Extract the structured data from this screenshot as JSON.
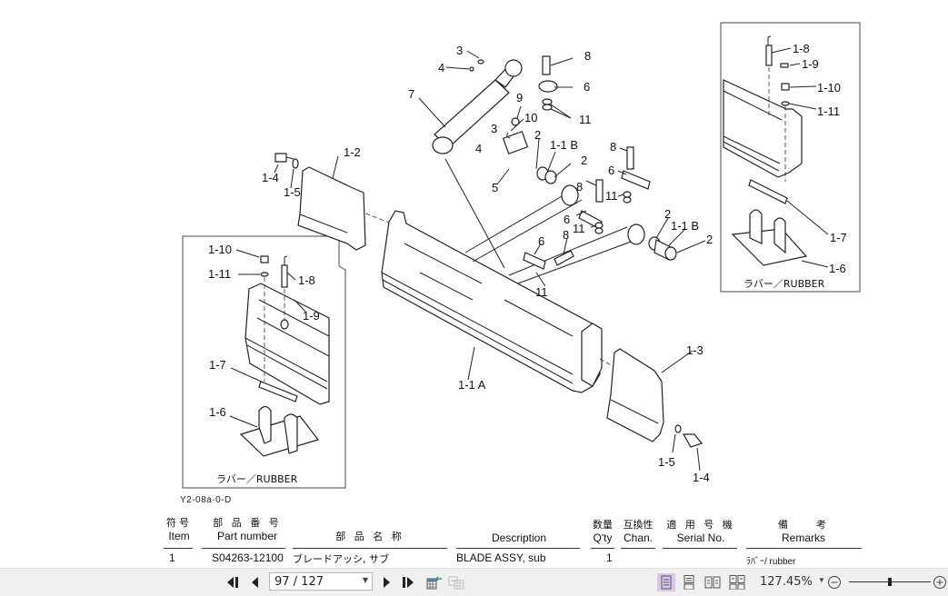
{
  "diagram": {
    "labels": {
      "item3_top": "3",
      "item4_top": "4",
      "item7": "7",
      "item8_top": "8",
      "item6_top": "6",
      "item9": "9",
      "item10": "10",
      "item11_top": "11",
      "item3_mid": "3",
      "item4_mid": "4",
      "item5": "5",
      "item2_a": "2",
      "item1_1b_a": "1-1 B",
      "item2_b": "2",
      "item8_mid": "8",
      "item6_mid": "6",
      "item8_c": "8",
      "item11_mid": "11",
      "item6_c": "6",
      "item11_c": "11",
      "item6_low": "6",
      "item8_low": "8",
      "item11_low": "11",
      "item2_c": "2",
      "item1_1b_b": "1-1 B",
      "item2_d": "2",
      "item1_2": "1-2",
      "item1_4_left": "1-4",
      "item1_5_left": "1-5",
      "item1_1a": "1-1 A",
      "item1_3": "1-3",
      "item1_5_right": "1-5",
      "item1_4_right": "1-4"
    },
    "inset_left": {
      "labels": {
        "l1_10": "1-10",
        "l1_11": "1-11",
        "l1_8": "1-8",
        "l1_9": "1-9",
        "l1_7": "1-7",
        "l1_6": "1-6"
      },
      "caption": "ラバー／RUBBER"
    },
    "inset_right": {
      "labels": {
        "r1_8": "1-8",
        "r1_9": "1-9",
        "r1_10": "1-10",
        "r1_11": "1-11",
        "r1_7": "1-7",
        "r1_6": "1-6"
      },
      "caption": "ラバー／RUBBER"
    },
    "figure_code": "Y2-08a-0-D"
  },
  "parts_table": {
    "headers": {
      "item_jp": "符号",
      "item_en": "Item",
      "part_jp": "部 品 番 号",
      "part_en": "Part number",
      "name_jp": "部 品 名 称",
      "desc_en": "Description",
      "qty_jp": "数量",
      "qty_en": "Q'ty",
      "chan_jp": "互換性",
      "chan_en": "Chan.",
      "serial_jp": "適 用 号 機",
      "serial_en": "Serial No.",
      "remarks_jp": "備　　考",
      "remarks_en": "Remarks"
    },
    "rows": [
      {
        "item": "1",
        "part_number": "S04263-12100",
        "name_jp": "ブレードアッシ, サブ",
        "description": "BLADE ASSY, sub",
        "qty": "1",
        "chan": "",
        "serial": "",
        "remarks": "ﾗﾊﾞｰ/ rubber"
      }
    ]
  },
  "toolbar": {
    "first_page_icon": "first-page-icon",
    "prev_page_icon": "prev-page-icon",
    "page_value": "97 / 127",
    "next_page_icon": "next-page-icon",
    "last_page_icon": "last-page-icon",
    "view_modes": [
      "single-page",
      "continuous",
      "facing",
      "continuous-facing"
    ],
    "active_view_mode": "single-page",
    "zoom_value": "127.45%",
    "zoom_slider_fraction": 0.5,
    "active_color": "#d9c6ec"
  }
}
